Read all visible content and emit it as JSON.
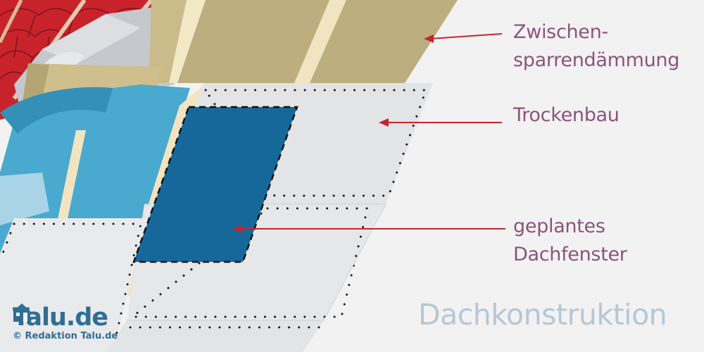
{
  "labels": {
    "insulation_line1": "Zwischen-",
    "insulation_line2": "sparrendämmung",
    "drywall": "Trockenbau",
    "window_line1": "geplantes",
    "window_line2": "Dachfenster"
  },
  "title": "Dachkonstruktion",
  "logo": {
    "name": "Talu.de",
    "credit": "© Redaktion Talu.de"
  },
  "colors": {
    "label_text": "#8c5477",
    "arrow": "#c0282d",
    "title_text": "#b7c7d3",
    "logo": "#2f6e95",
    "roof_tiles": "#c8232b",
    "insulation": "#bcae7e",
    "vapor_barrier": "#4aa9cf",
    "planned_window": "#16689a",
    "drywall": "#e3e4e6"
  }
}
